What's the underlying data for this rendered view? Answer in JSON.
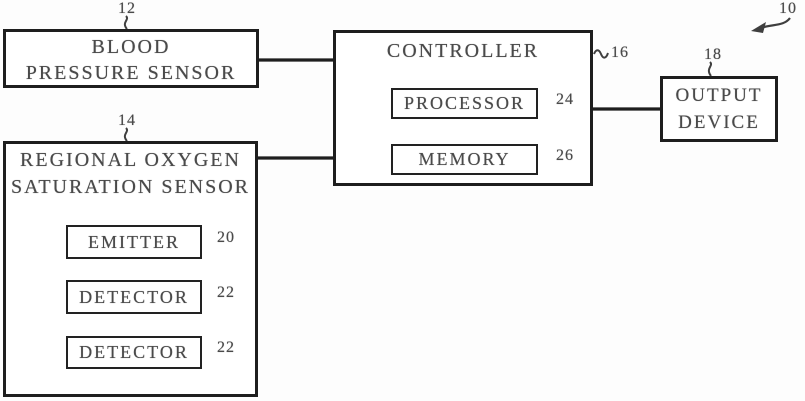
{
  "figure": {
    "ref": "10"
  },
  "blocks": {
    "blood_pressure_sensor": {
      "ref": "12",
      "line1": "BLOOD",
      "line2": "PRESSURE SENSOR"
    },
    "regional_oxygen_saturation_sensor": {
      "ref": "14",
      "line1": "REGIONAL OXYGEN",
      "line2": "SATURATION SENSOR"
    },
    "emitter": {
      "ref": "20",
      "label": "EMITTER"
    },
    "detector_1": {
      "ref": "22",
      "label": "DETECTOR"
    },
    "detector_2": {
      "ref": "22",
      "label": "DETECTOR"
    },
    "controller": {
      "ref": "16",
      "label": "CONTROLLER"
    },
    "processor": {
      "ref": "24",
      "label": "PROCESSOR"
    },
    "memory": {
      "ref": "26",
      "label": "MEMORY"
    },
    "output_device": {
      "ref": "18",
      "line1": "OUTPUT",
      "line2": "DEVICE"
    }
  },
  "connections": [
    {
      "from": "blood_pressure_sensor",
      "to": "controller"
    },
    {
      "from": "regional_oxygen_saturation_sensor",
      "to": "controller"
    },
    {
      "from": "controller",
      "to": "output_device"
    }
  ],
  "colors": {
    "ink": "#4a4a4a",
    "line": "#1e1e1e",
    "background": "#ffffff"
  }
}
